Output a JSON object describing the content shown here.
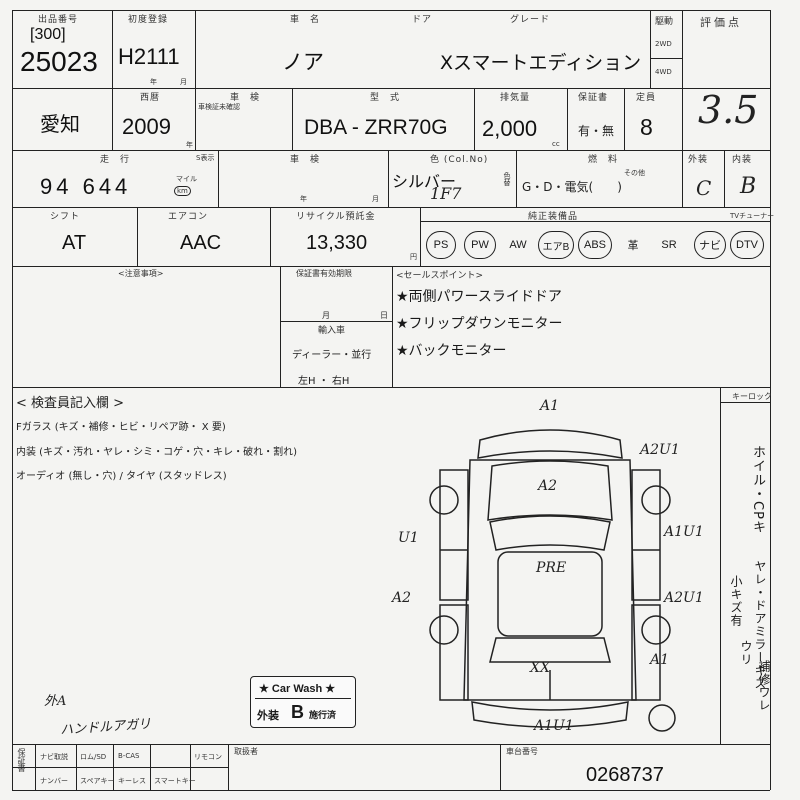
{
  "header": {
    "lbl_auction_no": "出品番号",
    "lane": "[300]",
    "lot_no": "25023",
    "lbl_first_reg": "初度登録",
    "first_reg": "H2111",
    "lbl_year": "年",
    "lbl_month": "月",
    "lbl_car_name": "車　名",
    "car_name": "ノア",
    "lbl_door": "ドア",
    "lbl_grade": "グレード",
    "grade": "Xスマートエディション",
    "lbl_drive": "駆動",
    "drive_2wd": "2WD",
    "drive_4wd": "4WD",
    "lbl_score": "評価点",
    "score": "3.5"
  },
  "row2": {
    "region": "愛知",
    "lbl_model_year": "西暦",
    "model_year": "2009",
    "lbl_year_suffix": "年",
    "lbl_shaken": "車　検",
    "shaken_note": "車検証未確認",
    "lbl_model": "型　式",
    "model": "DBA - ZRR70G",
    "lbl_displacement": "排気量",
    "displacement": "2,000",
    "unit_cc": "cc",
    "lbl_warranty": "保証書",
    "warranty": "有・無",
    "lbl_capacity": "定員",
    "capacity": "8"
  },
  "row3": {
    "lbl_mileage": "走　行",
    "lbl_s_adj": "S表示",
    "mileage": "94 644",
    "lbl_mile": "マイル",
    "km": "km",
    "lbl_inspection": "車　検",
    "lbl_nen": "年",
    "lbl_tsuki": "月",
    "lbl_color": "色 (Col.No)",
    "color": "シルバー",
    "color_code": "1F7",
    "lbl_color_change": "色替",
    "lbl_fuel": "燃　料",
    "fuel_options": "G・D・電気(　　)",
    "lbl_other": "その他",
    "lbl_exterior": "外装",
    "exterior": "C",
    "lbl_interior": "内装",
    "interior": "B"
  },
  "row4": {
    "lbl_shift": "シフト",
    "shift": "AT",
    "lbl_aircon": "エアコン",
    "aircon": "AAC",
    "lbl_recycle": "リサイクル預託金",
    "recycle": "13,330",
    "unit_yen": "円",
    "lbl_equipment": "純正装備品",
    "equipment": [
      "PS",
      "PW",
      "AW",
      "エアB",
      "ABS",
      "革",
      "SR",
      "ナビ",
      "DTV"
    ],
    "lbl_tv": "TVチューナー"
  },
  "row5": {
    "lbl_notes": "<注意事項>",
    "lbl_warranty_expiry": "保証書有効期限",
    "lbl_month2": "月",
    "lbl_day": "日",
    "lbl_import": "輸入車",
    "import_type": "ディーラー・並行",
    "steering": "左H ・ 右H",
    "lbl_sales": "<セールスポイント>",
    "sales_points": [
      "★両側パワースライドドア",
      "★フリップダウンモニター",
      "★バックモニター"
    ]
  },
  "inspector": {
    "lbl": "< 検査員記入欄 >",
    "line1": "Fガラス (キズ・補修・ヒビ・リペア跡・ X 要)",
    "line2": "内装 (キズ・汚れ・ヤレ・シミ・コゲ・穴・キレ・破れ・割れ)",
    "line3": "オーディオ (無し・穴) / タイヤ (スタッドレス)",
    "lbl_keyless": "キーロック",
    "vertical_label": "ホイル・CPキ",
    "vertical_notes": [
      "小キズ有",
      "ウリ",
      "ヤレ・ドアミラーキズ",
      "補修ワレ"
    ],
    "diagram_marks": [
      "A1",
      "A2U1",
      "A2",
      "U1",
      "A1U1",
      "PRE",
      "A2",
      "A2U1",
      "A1",
      "XX",
      "A1U1"
    ],
    "handwritten_left": "外A",
    "handwritten_left2": "ハンドルアガリ"
  },
  "carwash": {
    "title": "★ Car Wash ★",
    "label": "外装",
    "grade": "B",
    "status": "施行済"
  },
  "footer": {
    "items_row1": [
      "保証書",
      "ナビ取説",
      "ロム/SD",
      "B-CAS",
      "リモコン"
    ],
    "items_row2": [
      "ナンバー",
      "スペアキー",
      "キーレス",
      "スマートキー"
    ],
    "lbl_handover": "取扱者",
    "lbl_vin": "車台番号",
    "vin": "0268737"
  }
}
